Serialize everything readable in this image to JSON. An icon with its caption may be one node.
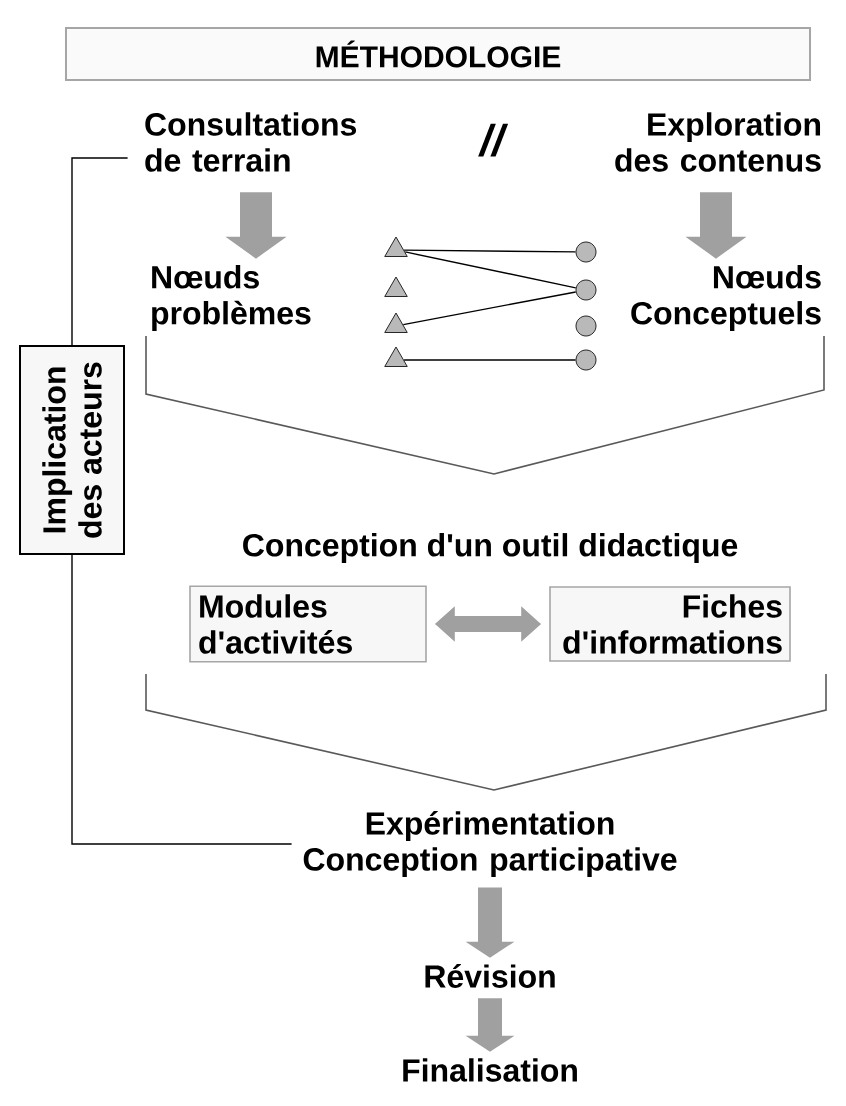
{
  "diagram": {
    "title": "MÉTHODOLOGIE",
    "nodes": [
      {
        "text": [
          "Consultations de terrain"
        ]
      },
      {
        "text": [
          "Exploration des contenus"
        ]
      },
      {
        "text": [
          "Nœuds problèmes"
        ]
      },
      {
        "text": [
          "Nœuds Conceptuels"
        ]
      },
      {
        "text": [],
        "shape": "triangle"
      },
      {
        "text": [],
        "shape": "triangle"
      },
      {
        "text": [],
        "shape": "triangle"
      },
      {
        "text": [],
        "shape": "triangle"
      },
      {
        "text": [],
        "shape": "circle"
      },
      {
        "text": [],
        "shape": "circle"
      },
      {
        "text": [],
        "shape": "circle"
      },
      {
        "text": [],
        "shape": "circle"
      },
      {
        "text": [
          "Implication des acteurs"
        ]
      },
      {
        "text": [
          "Conception d'un outil didactique"
        ]
      },
      {
        "text": [
          "Modules d'activités"
        ]
      },
      {
        "text": [
          "Fiches d'informations"
        ]
      },
      {
        "text": [
          "Expérimentation Conception participative"
        ]
      },
      {
        "text": [
          "Révision"
        ]
      },
      {
        "text": [
          "Finalisation"
        ]
      }
    ],
    "edges": [
      {
        "from": 0,
        "to": 2,
        "arrow": "to",
        "style": "thick",
        "color": "#a0a0a0"
      },
      {
        "from": 1,
        "to": 3,
        "arrow": "to",
        "style": "thick",
        "color": "#a0a0a0"
      },
      {
        "from": 4,
        "to": 8,
        "arrow": "none"
      },
      {
        "from": 4,
        "to": 9,
        "arrow": "none"
      },
      {
        "from": 6,
        "to": 9,
        "arrow": "none"
      },
      {
        "from": 7,
        "to": 11,
        "arrow": "none"
      },
      {
        "from": 14,
        "to": 15,
        "arrow": "both",
        "style": "thick",
        "color": "#a0a0a0"
      },
      {
        "from": 16,
        "to": 17,
        "arrow": "to",
        "style": "thick",
        "color": "#a0a0a0"
      },
      {
        "from": 17,
        "to": 18,
        "arrow": "to",
        "style": "thick",
        "color": "#a0a0a0"
      },
      {
        "from": 0,
        "to": 12,
        "arrow": "none"
      },
      {
        "from": 12,
        "to": 16,
        "arrow": "none"
      }
    ],
    "labels": [
      "//"
    ]
  }
}
